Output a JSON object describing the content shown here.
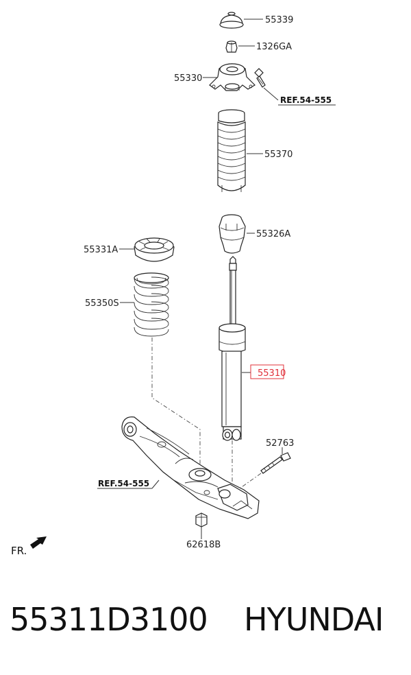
{
  "labels": {
    "top_mount_cap": "55339",
    "nut": "1326GA",
    "top_mount": "55330",
    "ref_upper": "REF.54-555",
    "dust_cover": "55370",
    "bump_stopper": "55326A",
    "spring_pad": "55331A",
    "coil_spring": "55350S",
    "shock_absorber": "55310",
    "bolt": "52763",
    "ref_lower": "REF.54-555",
    "lower_nut": "62618B",
    "front_indicator": "FR."
  },
  "highlight_color": "#e0303a",
  "footer": {
    "part_number": "55311D3100",
    "brand": "HYUNDAI"
  }
}
